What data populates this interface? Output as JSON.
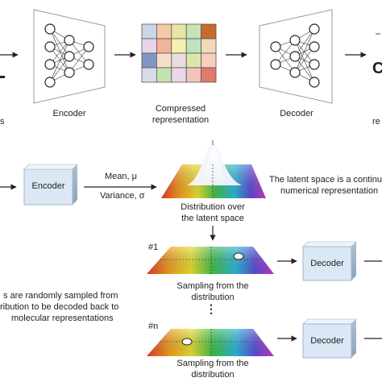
{
  "top_row": {
    "left_fragment": "s",
    "encoder_label": "Encoder",
    "compressed_label_line1": "Compressed",
    "compressed_label_line2": "representation",
    "decoder_label": "Decoder",
    "right_fragment_big": "C",
    "right_fragment_small": "re",
    "grid_colors": [
      [
        "#c8d6e8",
        "#f3c9a8",
        "#e9e6a4",
        "#c9e2b8",
        "#c96a2b"
      ],
      [
        "#e9d3e8",
        "#f0b49a",
        "#f6efb3",
        "#bfe2bf",
        "#f4d8b8"
      ],
      [
        "#7e96c4",
        "#f7dec8",
        "#eadcdc",
        "#dde6a4",
        "#f7cdbd"
      ],
      [
        "#d6dde8",
        "#c4e1b2",
        "#ead7ea",
        "#f0c3bd",
        "#e07a6a"
      ]
    ]
  },
  "middle_row": {
    "encoder_box_label": "Encoder",
    "mean_label": "Mean, μ",
    "variance_label": "Variance, σ",
    "distribution_label_line1": "Distribution over",
    "distribution_label_line2": "the latent space",
    "note_line1": "The latent space is a continuo",
    "note_line2": "numerical representation"
  },
  "samples": [
    {
      "index_label": "#1",
      "caption_line1": "Sampling from the",
      "caption_line2": "distribution",
      "decoder_label": "Decoder"
    },
    {
      "index_label": "#n",
      "caption_line1": "Sampling from the",
      "caption_line2": "distribution",
      "decoder_label": "Decoder"
    }
  ],
  "ellipsis": "⋮",
  "left_note": {
    "line1": "s are randomly sampled from",
    "line2": "ribution to be decoded back to",
    "line3": "molecular representations"
  }
}
